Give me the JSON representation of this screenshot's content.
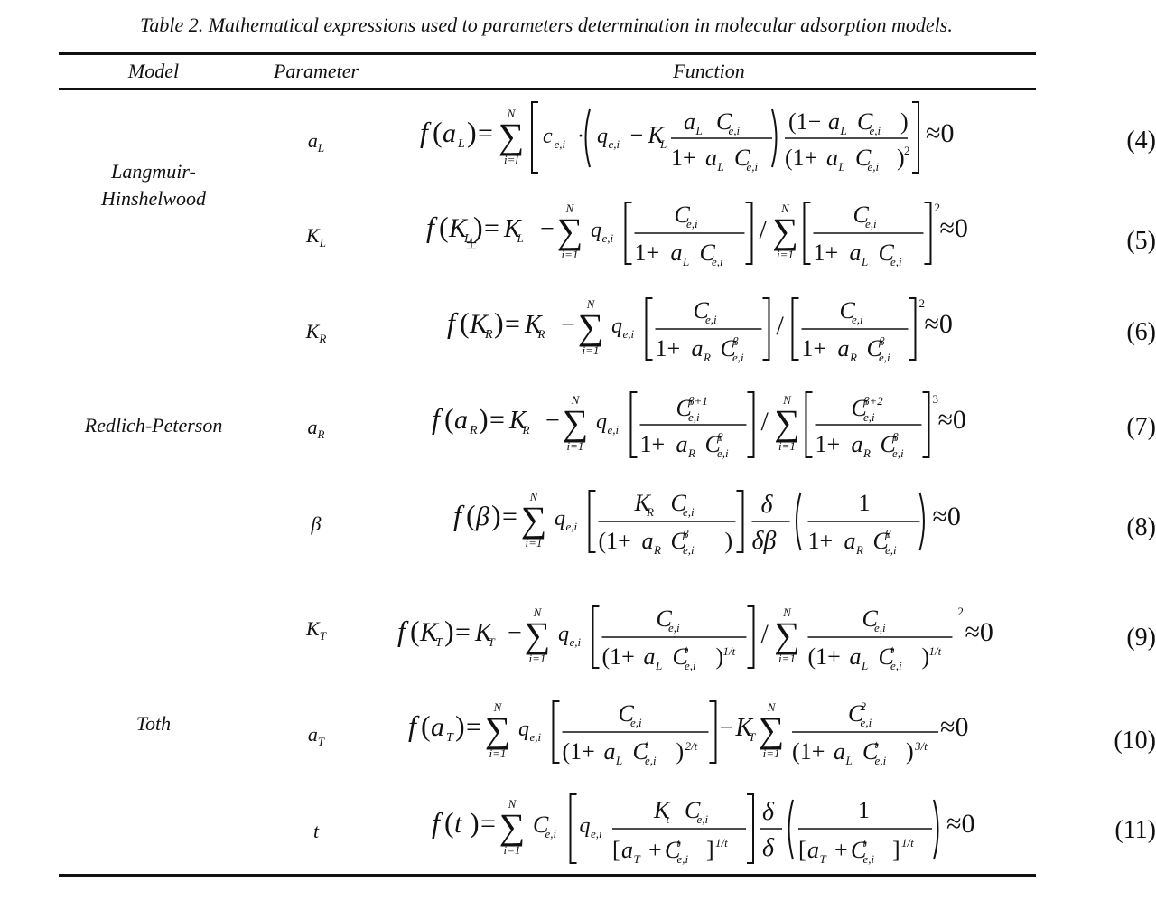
{
  "caption": "Table 2. Mathematical expressions used to parameters determination in molecular adsorption models.",
  "header": {
    "model": "Model",
    "parameter": "Parameter",
    "function": "Function"
  },
  "models": [
    "Langmuir-Hinshelwood",
    "Redlich-Peterson",
    "Toth"
  ],
  "rows": [
    {
      "param": "a",
      "param_sub": "L",
      "eq_num": "(4)",
      "formula": "f(aL)=Σ_{i=l}^{N}[c_{e,i}·(q_{e,i}−K_L (a_L C_{e,i})/(1+a_L C_{e,i}))·(1−a_L C_{e,i})/(1+a_L C_{e,i})^2]≈0"
    },
    {
      "param": "K",
      "param_sub": "L",
      "eq_num": "(5)",
      "formula": "f(KL)=K_L−Σ_{i=1}^{N} q_{e,i}[C_{e,i}/(1+a_L C_{e,i})]/Σ_{i=1}^{N}[C_{e,i}/(1+a_L C_{e,i})]^2≈0"
    },
    {
      "param": "K",
      "param_sub": "R",
      "eq_num": "(6)",
      "formula": "f(KR)=K_R−Σ_{i=1}^{N} q_{e,i}[C_{e,i}/(1+a_R C_{e,i}^β)]/[C_{e,i}/(1+a_R C_{e,i}^β)]^2≈0"
    },
    {
      "param": "a",
      "param_sub": "R",
      "eq_num": "(7)",
      "formula": "f(aR)=K_R−Σ_{i=1}^{N} q_{e,i}[C_{e,i}^{β+1}/(1+a_R C_{e,i}^β)]/Σ_{i=1}^{N}[C_{e,i}^{β+2}/(1+a_R C_{e,i}^β)]^3≈0"
    },
    {
      "param": "β",
      "param_sub": "",
      "eq_num": "(8)",
      "formula": "f(β)=Σ_{i=1}^{N} q_{e,i}[K_R C_{e,i}/(1+a_R C_{e,i}^β)] δ/δβ(1/(1+a_R C_{e,i}^β))≈0"
    },
    {
      "param": "K",
      "param_sub": "T",
      "eq_num": "(9)",
      "formula": "f(KT)=K_T−Σ_{i=1}^{N} q_{e,i}[C_{e,i}/(1+a_L C_{e,i}^t)^{1/t}]/Σ_{i=1}^{N} C_{e,i}/(1+a_L C_{e,i}^t)^{1/t} ^2≈0"
    },
    {
      "param": "a",
      "param_sub": "T",
      "eq_num": "(10)",
      "formula": "f(aT)=Σ_{i=1}^{N} q_{e,i}[C_{e,i}/(1+a_L C_{e,i}^t)^{2/t}]−K_T Σ_{i=1}^{N} C_{e,i}^2/(1+a_L C_{e,i}^t)^{3/t}≈0"
    },
    {
      "param": "t",
      "param_sub": "",
      "eq_num": "(11)",
      "formula": "f(t)=Σ_{i=1}^{N} C_{e,i}[q_{e,i} K_t C_{e,i}/[a_T+C_{e,i}^t]^{1/t}] δ/δ(1/[a_T+C_{e,i}^t]^{1/t})≈0"
    }
  ],
  "math_text": {
    "f": "f",
    "approx0": "≈0",
    "sum": "∑",
    "N": "N",
    "i1": "i=1",
    "il": "i=l",
    "one": "1",
    "two": "2",
    "three": "3",
    "plus": "+",
    "minus": "−",
    "slash": "/",
    "cdot": "·",
    "delta": "δ",
    "beta": "β",
    "eq": "=",
    "pm": "±",
    "ei": "e,i",
    "L": "L",
    "R": "R",
    "T": "T",
    "t": "t",
    "a": "a",
    "C": "C",
    "c": "c",
    "q": "q",
    "K": "K",
    "bp1": "β+1",
    "bp2": "β+2",
    "inv_t": "1/t",
    "two_t": "2/t",
    "three_t": "3/t"
  }
}
